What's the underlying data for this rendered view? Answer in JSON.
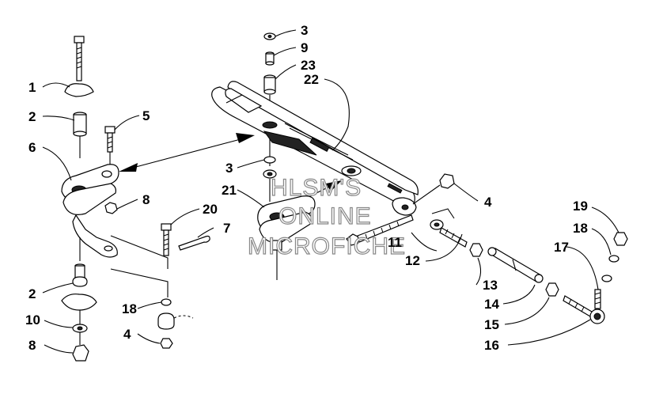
{
  "watermark": {
    "line1": "HLSM'S",
    "line2": "ONLINE",
    "line3": "MICROFICHE"
  },
  "callouts": [
    {
      "id": "c1",
      "text": "1"
    },
    {
      "id": "c2a",
      "text": "2"
    },
    {
      "id": "c2b",
      "text": "2"
    },
    {
      "id": "c3a",
      "text": "3"
    },
    {
      "id": "c3b",
      "text": "3"
    },
    {
      "id": "c4a",
      "text": "4"
    },
    {
      "id": "c4b",
      "text": "4"
    },
    {
      "id": "c5",
      "text": "5"
    },
    {
      "id": "c6",
      "text": "6"
    },
    {
      "id": "c7",
      "text": "7"
    },
    {
      "id": "c8a",
      "text": "8"
    },
    {
      "id": "c8b",
      "text": "8"
    },
    {
      "id": "c9",
      "text": "9"
    },
    {
      "id": "c10",
      "text": "10"
    },
    {
      "id": "c11",
      "text": "11"
    },
    {
      "id": "c12",
      "text": "12"
    },
    {
      "id": "c13",
      "text": "13"
    },
    {
      "id": "c14",
      "text": "14"
    },
    {
      "id": "c15",
      "text": "15"
    },
    {
      "id": "c16",
      "text": "16"
    },
    {
      "id": "c17",
      "text": "17"
    },
    {
      "id": "c18a",
      "text": "18"
    },
    {
      "id": "c18b",
      "text": "18"
    },
    {
      "id": "c19",
      "text": "19"
    },
    {
      "id": "c20",
      "text": "20"
    },
    {
      "id": "c21",
      "text": "21"
    },
    {
      "id": "c22",
      "text": "22"
    },
    {
      "id": "c23",
      "text": "23"
    }
  ]
}
